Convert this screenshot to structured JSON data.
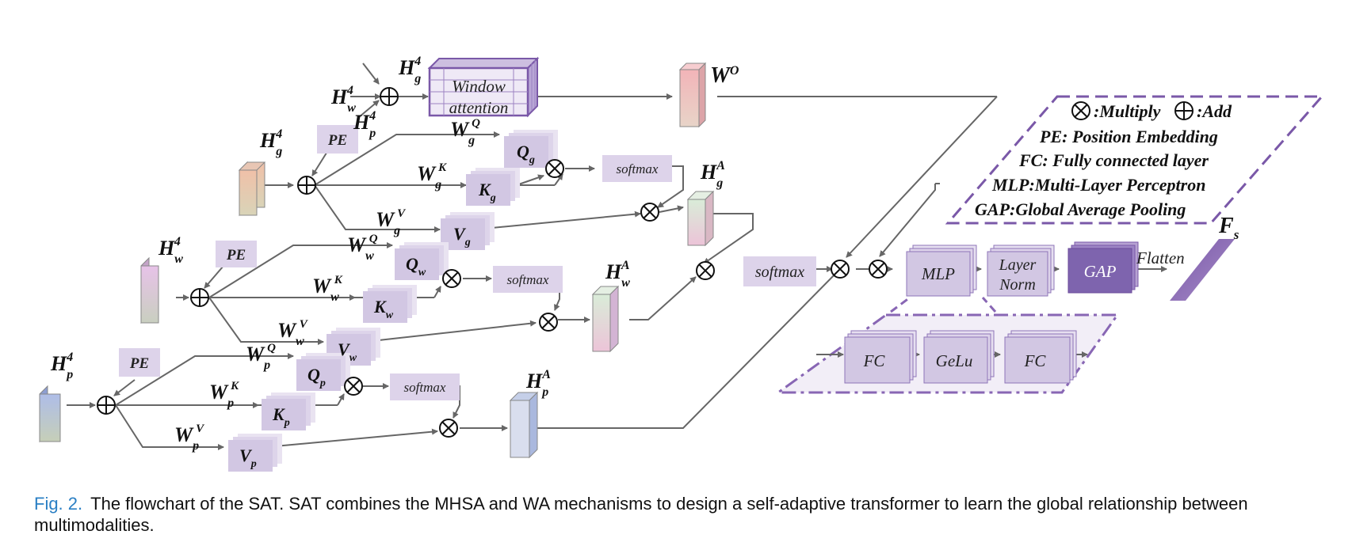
{
  "caption": {
    "label": "Fig. 2.",
    "text": "The flowchart of the SAT. SAT combines the MHSA and WA mechanisms to design a self-adaptive transformer to learn the global relationship between multimodalities."
  },
  "symbols": {
    "H": "H",
    "W": "W",
    "Q": "Q",
    "K": "K",
    "V": "V",
    "F": "F",
    "sub_g": "g",
    "sub_w": "w",
    "sub_p": "p",
    "sub_s": "s",
    "sup_4": "4",
    "sup_Q": "Q",
    "sup_K": "K",
    "sup_V": "V",
    "sup_A": "A",
    "sup_O": "O"
  },
  "boxes": {
    "pe": "PE",
    "softmax": "softmax",
    "window_line1": "Window",
    "window_line2": "attention",
    "mlp": "MLP",
    "layernorm_line1": "Layer",
    "layernorm_line2": "Norm",
    "gap": "GAP",
    "flatten": "Flatten",
    "fc": "FC",
    "gelu": "GeLu"
  },
  "legend": {
    "multiply": ":Multiply",
    "add": ":Add",
    "pe": "PE: Position Embedding",
    "fc": "FC: Fully connected layer",
    "mlp": "MLP:Multi-Layer Perceptron",
    "gap": "GAP:Global Average Pooling"
  },
  "colors": {
    "caption_label": "#2a7fc4",
    "purple_dark": "#6b4a9a",
    "purple_box": "#d9cfe6",
    "purple_legend": "#7a58a8"
  }
}
